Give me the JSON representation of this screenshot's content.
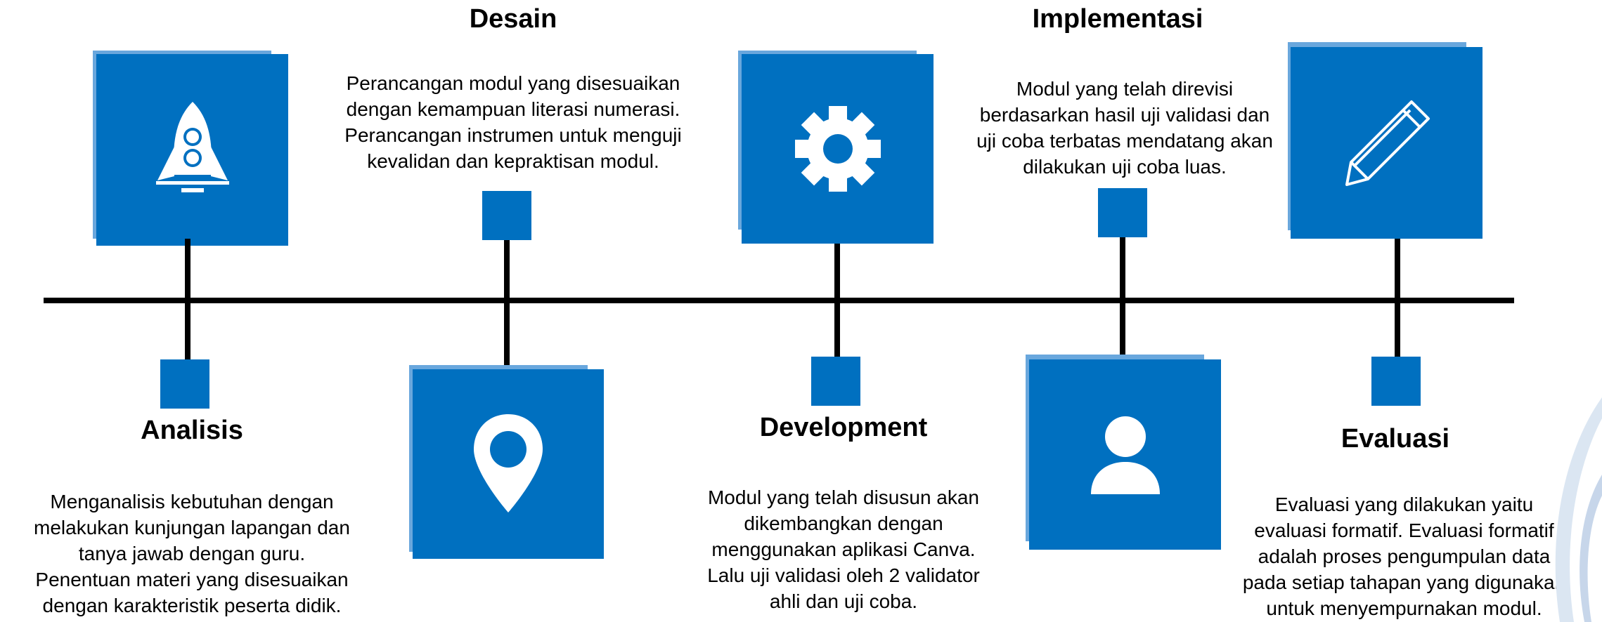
{
  "colors": {
    "accent": "#0070c0",
    "accent_light": "#69a7dd",
    "line": "#000000"
  },
  "stages": {
    "analisis": {
      "title": "Analisis",
      "icon": "rocket-icon",
      "desc": [
        "Menganalisis kebutuhan dengan",
        "melakukan kunjungan lapangan  dan",
        "tanya jawab dengan guru.",
        "Penentuan materi yang  disesuaikan",
        "dengan karakteristik  peserta didik."
      ]
    },
    "desain": {
      "title": "Desain",
      "icon": "map-pin-icon",
      "desc": [
        "Perancangan modul yang disesuaikan",
        "dengan kemampuan literasi numerasi.",
        "Perancangan instrumen untuk menguji",
        "kevalidan dan kepraktisan modul."
      ]
    },
    "development": {
      "title": "Development",
      "icon": "gear-icon",
      "desc": [
        "Modul yang telah disusun akan",
        "dikembangkan dengan",
        "menggunakan aplikasi Canva.",
        "Lalu uji validasi oleh 2 validator",
        "ahli dan uji coba."
      ]
    },
    "implementasi": {
      "title": "Implementasi",
      "icon": "user-icon",
      "desc": [
        "Modul yang telah direvisi",
        "berdasarkan hasil uji validasi dan",
        "uji coba terbatas mendatang akan",
        "dilakukan uji coba luas."
      ]
    },
    "evaluasi": {
      "title": "Evaluasi",
      "icon": "pencil-icon",
      "desc": [
        "Evaluasi yang dilakukan yaitu",
        "evaluasi formatif. Evaluasi formatif",
        "adalah proses pengumpulan data",
        "pada setiap tahapan yang digunakan",
        "untuk menyempurnakan modul."
      ]
    }
  }
}
